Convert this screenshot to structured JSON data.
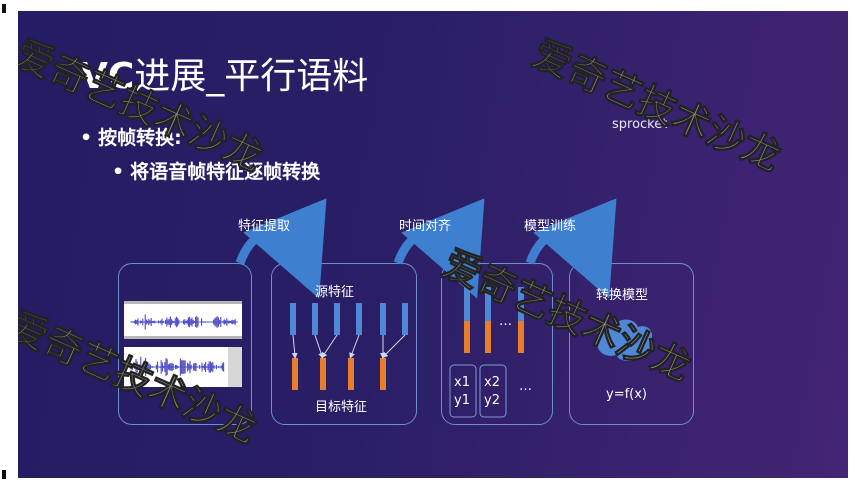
{
  "slide": {
    "title_bold": "VC",
    "title_rest": "进展_平行语料",
    "bullet_level1": "按帧转换:",
    "bullet_level2": "将语音帧特征逐帧转换",
    "bullet_symbol": "•",
    "sprocket_text": "sprocket"
  },
  "diagram": {
    "step1": "特征提取",
    "step2": "时间对齐",
    "step3": "模型训练",
    "source_feature": "源特征",
    "target_feature": "目标特征",
    "ellipsis_top": "…",
    "ellipsis_bottom": "…",
    "pair1_x": "x1",
    "pair1_y": "y1",
    "pair2_x": "x2",
    "pair2_y": "y2",
    "model_title": "转换模型",
    "model_formula": "y=f(x)"
  },
  "watermark": {
    "text": "爱奇艺技术沙龙"
  },
  "colors": {
    "panel_border": "#6d8fcf",
    "bar_blue": "#4f88d6",
    "bar_orange": "#e87d2c",
    "arrow_blue": "#3e7fd0"
  }
}
